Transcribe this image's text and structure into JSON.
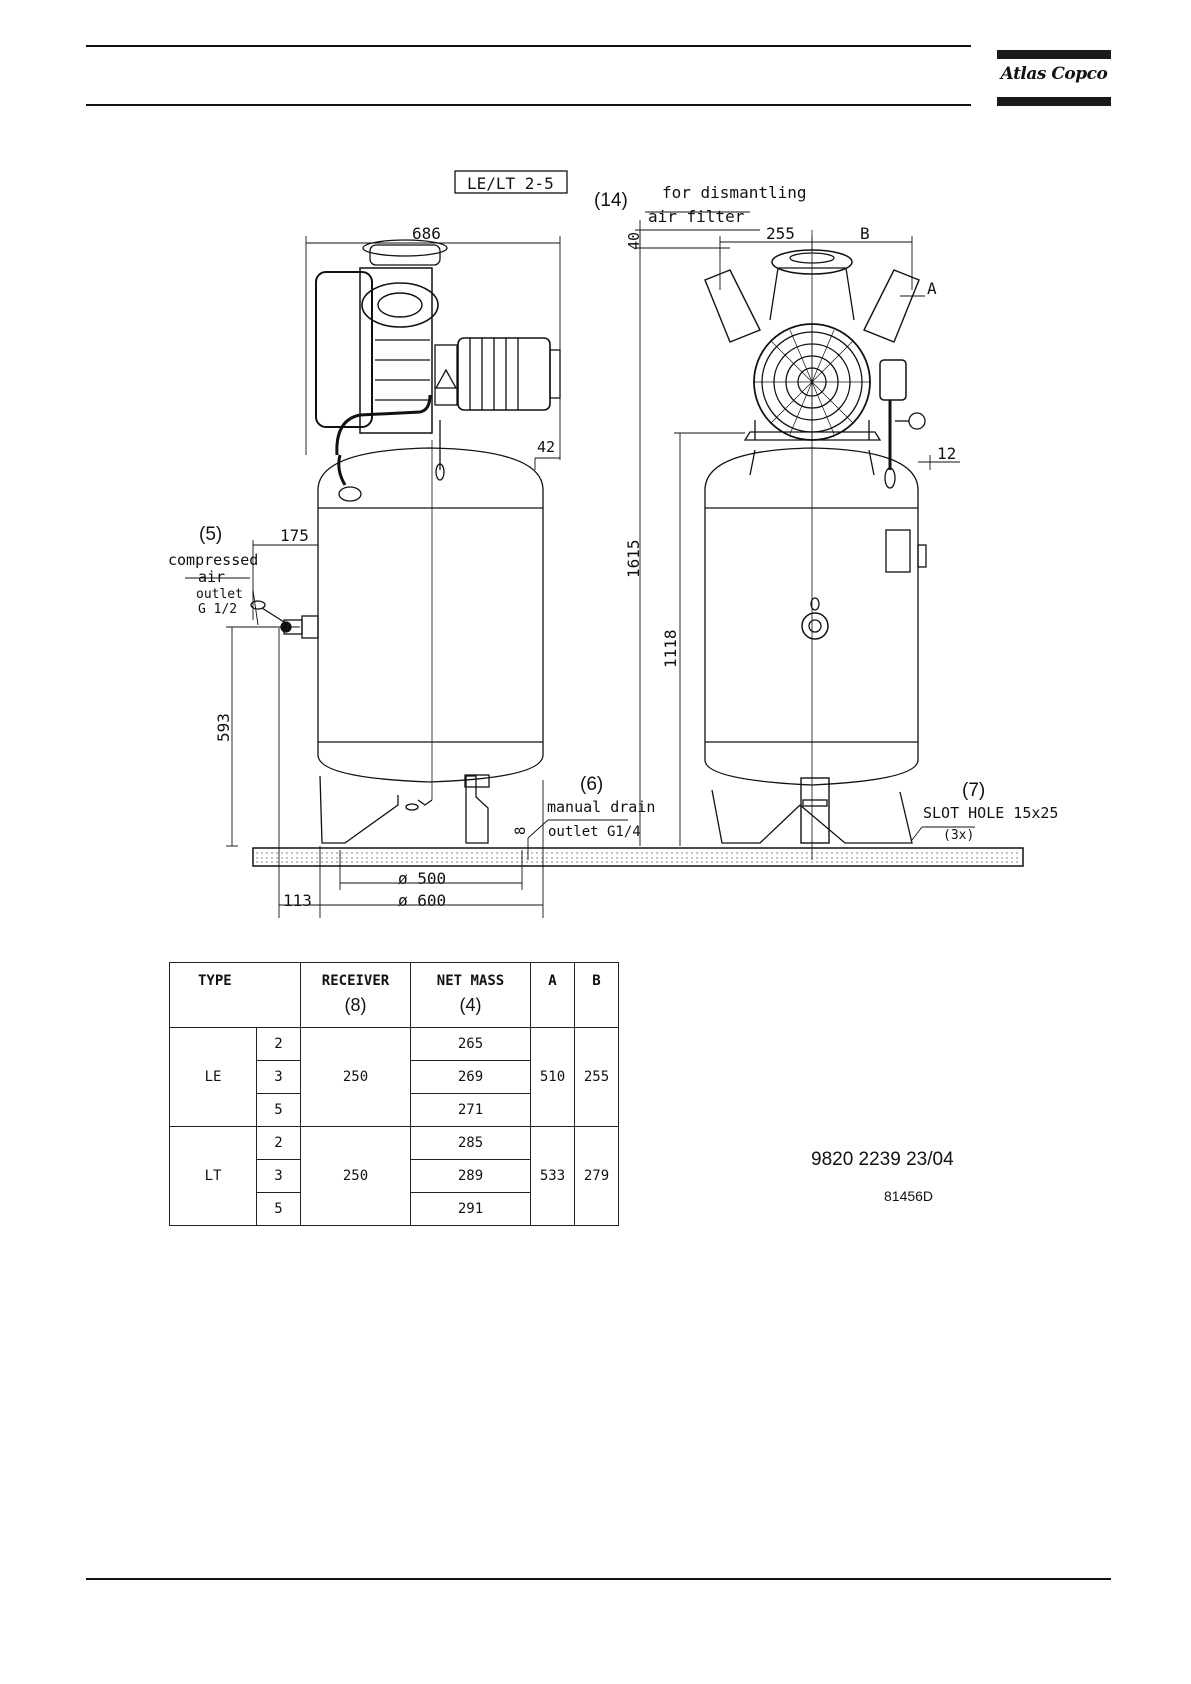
{
  "header": {
    "logo_text": "Atlas Copco"
  },
  "drawing": {
    "model_label": "LE/LT 2-5",
    "dims": {
      "width_686": "686",
      "height_40": "40",
      "height_1615": "1615",
      "height_1118": "1118",
      "height_593": "593",
      "offset_175": "175",
      "offset_42": "42",
      "offset_12": "12",
      "offset_8": "8",
      "dia_500": "ø 500",
      "dia_600": "ø 600",
      "offset_113": "113",
      "side_255": "255",
      "side_b": "B",
      "side_a": "A"
    },
    "callouts": {
      "c14": "(14)",
      "c14_line1": "for dismantling",
      "c14_line2": "air filter",
      "c5": "(5)",
      "c5_line1": "compressed",
      "c5_line2": "air",
      "c5_line3": "outlet",
      "c5_line4": "G 1/2",
      "c6": "(6)",
      "c6_line1": "manual drain",
      "c6_line2": "outlet G1/4",
      "c7": "(7)",
      "c7_line1": "SLOT HOLE 15x25",
      "c7_line2": "(3x)"
    }
  },
  "table": {
    "headers": {
      "type": "TYPE",
      "receiver": "RECEIVER",
      "receiver_ref": "(8)",
      "net_mass": "NET MASS",
      "net_mass_ref": "(4)",
      "a": "A",
      "b": "B"
    },
    "groups": [
      {
        "type": "LE",
        "receiver": "250",
        "a": "510",
        "b": "255",
        "rows": [
          {
            "size": "2",
            "mass": "265"
          },
          {
            "size": "3",
            "mass": "269"
          },
          {
            "size": "5",
            "mass": "271"
          }
        ]
      },
      {
        "type": "LT",
        "receiver": "250",
        "a": "533",
        "b": "279",
        "rows": [
          {
            "size": "2",
            "mass": "285"
          },
          {
            "size": "3",
            "mass": "289"
          },
          {
            "size": "5",
            "mass": "291"
          }
        ]
      }
    ]
  },
  "doc_number": "9820 2239 23/04",
  "drawing_number": "81456D"
}
